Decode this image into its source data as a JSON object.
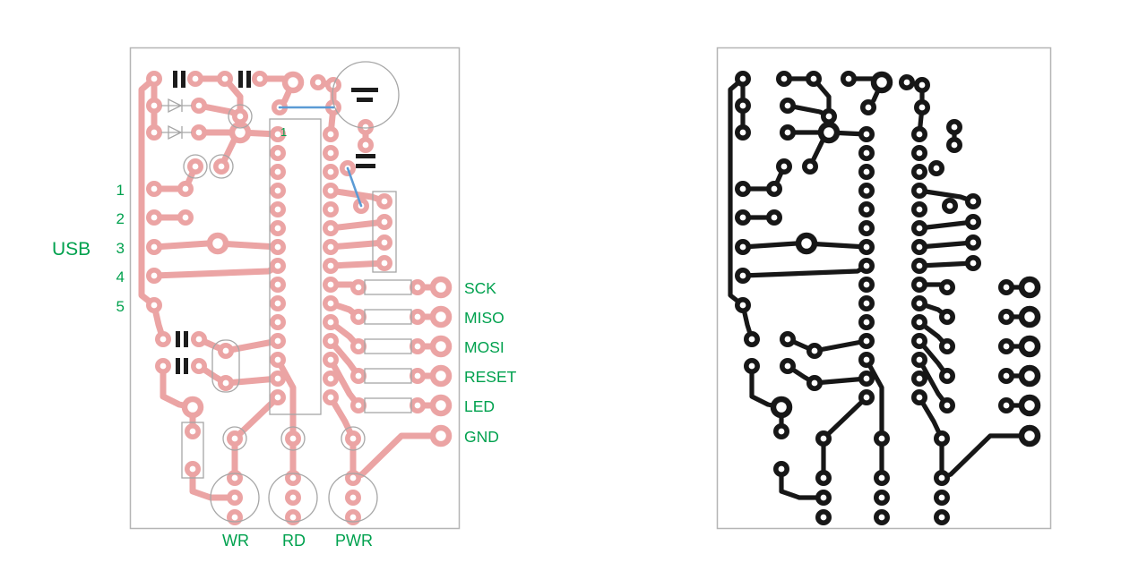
{
  "page": {
    "background": "#ffffff"
  },
  "colors": {
    "copper_left": "#EBA4A4",
    "copper_right": "#171717",
    "label_green": "#00A14E",
    "wire_blue": "#5B9BD5",
    "outline_gray": "#A6A6A6",
    "frame_gray": "#B5B5B5",
    "component_bar": "#1C1C1C"
  },
  "left_board": {
    "usb_label": "USB",
    "usb_pin_labels": [
      "1",
      "2",
      "3",
      "4",
      "5"
    ],
    "header_pin_labels": [
      "SCK",
      "MISO",
      "MOSI",
      "RESET",
      "LED",
      "GND"
    ],
    "bottom_pin_labels": [
      "WR",
      "RD",
      "PWR"
    ],
    "ic_pin1_label": "1"
  }
}
